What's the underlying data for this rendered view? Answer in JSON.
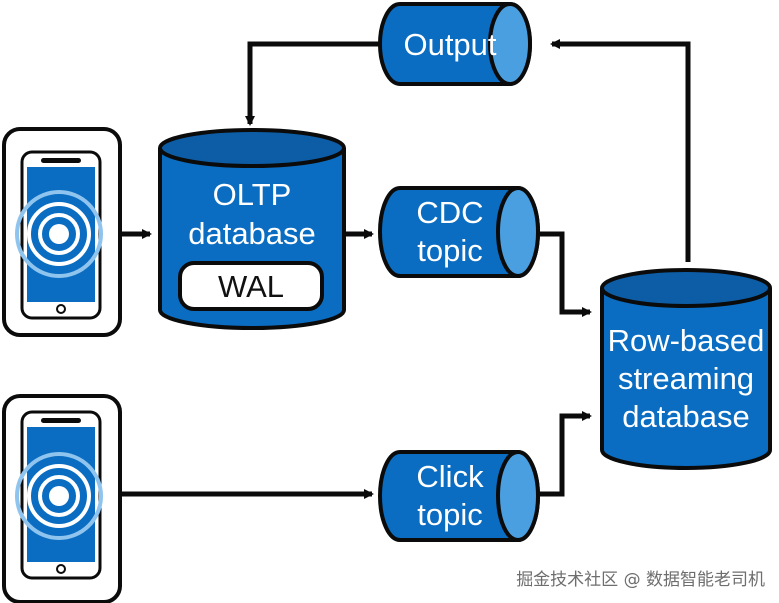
{
  "nodes": {
    "output": {
      "label": "Output"
    },
    "oltp": {
      "line1": "OLTP",
      "line2": "database"
    },
    "wal": {
      "label": "WAL"
    },
    "cdc": {
      "line1": "CDC",
      "line2": "topic"
    },
    "click": {
      "line1": "Click",
      "line2": "topic"
    },
    "streaming": {
      "line1": "Row-based",
      "line2": "streaming",
      "line3": "database"
    }
  },
  "devices": [
    {
      "name": "phone-top",
      "icon": "broadcast-icon"
    },
    {
      "name": "phone-bottom",
      "icon": "broadcast-icon"
    }
  ],
  "colors": {
    "fill": "#0a6dc2",
    "fill_dark": "#0c5da6",
    "fill_light": "#4a9fe0",
    "stroke": "#0b0b0b"
  },
  "watermark": "掘金技术社区 @ 数据智能老司机"
}
